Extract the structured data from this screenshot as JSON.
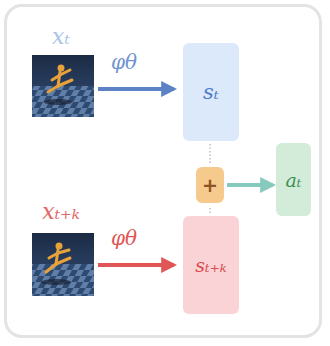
{
  "diagram": {
    "nodes": [
      {
        "text": [
          "sₜ"
        ]
      },
      {
        "text": [
          "+"
        ]
      },
      {
        "text": [
          "aₜ"
        ]
      },
      {
        "text": [
          "sₜ₊ₖ"
        ]
      }
    ],
    "edges": [
      {
        "from": 0,
        "to": 1,
        "arrow": "none"
      },
      {
        "from": 3,
        "to": 1,
        "arrow": "none"
      },
      {
        "from": 1,
        "to": 2,
        "arrow": "to"
      }
    ],
    "labels": [
      "xₜ",
      "φθ",
      "xₜ₊ₖ",
      "φθ"
    ]
  }
}
